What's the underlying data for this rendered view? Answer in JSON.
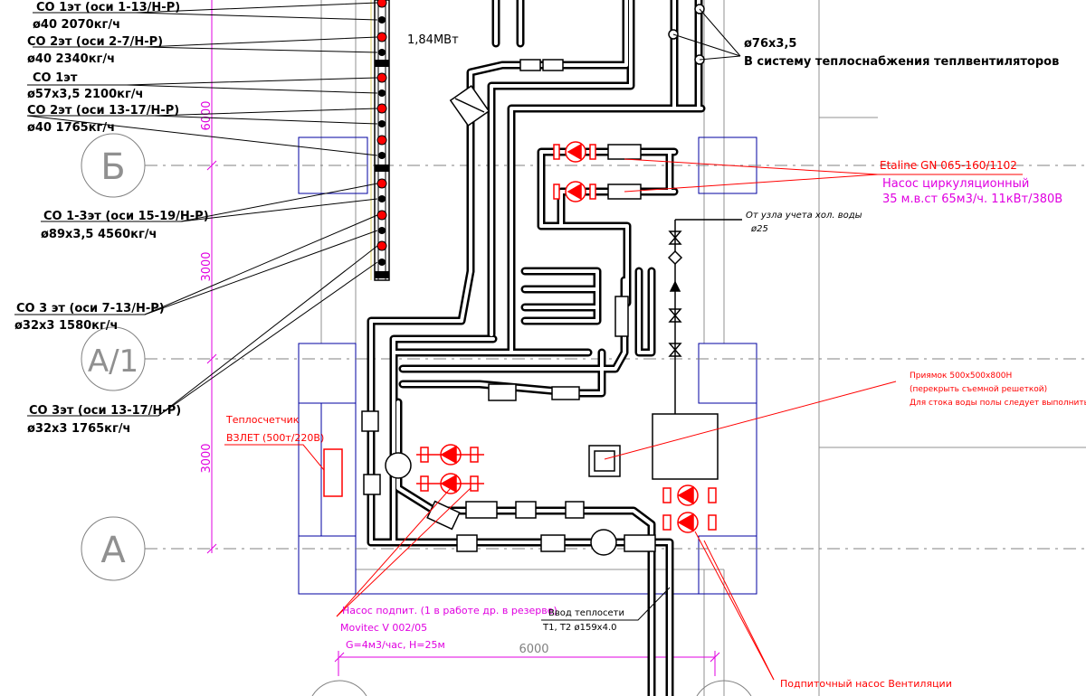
{
  "grid": {
    "axis_b": "Б",
    "axis_a1": "А/1",
    "axis_a": "А"
  },
  "dimensions": {
    "dim_6000_vertical": "6000",
    "dim_3000_upper": "3000",
    "dim_3000_lower": "3000",
    "dim_6000_horizontal": "6000"
  },
  "left_callouts": [
    {
      "title": "СО 1эт (оси 1-13/Н-Р)",
      "spec": "ø40  2070кг/ч"
    },
    {
      "title": "СО 2эт (оси 2-7/Н-Р)",
      "spec": "ø40  2340кг/ч"
    },
    {
      "title": "СО 1эт",
      "spec": "ø57х3,5  2100кг/ч"
    },
    {
      "title": "СО 2эт (оси 13-17/Н-Р)",
      "spec": "ø40  1765кг/ч"
    },
    {
      "title": "СО 1-3эт (оси 15-19/Н-Р)",
      "spec": "ø89х3,5  4560кг/ч"
    },
    {
      "title": "СО 3 эт (оси 7-13/Н-Р)",
      "spec": "ø32х3  1580кг/ч"
    },
    {
      "title": "СО 3эт (оси 13-17/Н-Р)",
      "spec": "ø32х3  1765кг/ч"
    }
  ],
  "power_label": "1,84МВт",
  "top_right": {
    "pipe_spec": "ø76х3,5",
    "fan_system": "В систему теплоснабжения теплвентиляторов"
  },
  "circ_pump": {
    "model": "Etaline GN 065-160/1102",
    "line1": "Насос циркуляционный",
    "line2": "35 м.в.ст 65м3/ч. 11кВт/380В"
  },
  "cold_water": {
    "line1": "От узла учета хол. воды",
    "line2": "ø25"
  },
  "drain": {
    "line1": "Приямок 500х500х800Н",
    "line2": "(перекрыть съемной решеткой)",
    "line3": "Для стока воды полы следует выполнить с уклоном"
  },
  "heat_meter": {
    "line1": "Теплосчетчик",
    "line2": "ВЗЛЕТ (500т/220В)"
  },
  "makeup_pump": {
    "line1": "Насос подпит.  (1 в работе др. в резерве)",
    "line2": "Movitec V 002/05",
    "line3": "G=4м3/час, H=25м"
  },
  "inlet": {
    "line1": "Ввод  теплосети",
    "line2": "Т1, Т2 ø159х4.0"
  },
  "vent_pump": "Подпиточный насос Вентиляции"
}
